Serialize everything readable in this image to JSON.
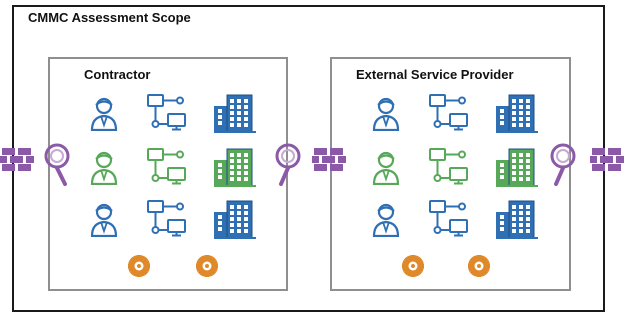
{
  "scope": {
    "title": "CMMC Assessment Scope"
  },
  "panels": [
    {
      "title": "Contractor"
    },
    {
      "title": "External Service Provider"
    }
  ],
  "colors": {
    "blue": "#2f6fb3",
    "green": "#58a85a",
    "orange": "#e0892a",
    "purple": "#8b5aa6",
    "border": "#1a1a1a",
    "panel_border": "#8f8f8f"
  },
  "icons": {
    "rows": [
      {
        "color": "blue",
        "items": [
          "person-icon",
          "network-icon",
          "building-icon"
        ]
      },
      {
        "color": "green",
        "items": [
          "person-icon",
          "network-icon",
          "building-icon"
        ]
      },
      {
        "color": "blue",
        "items": [
          "person-icon",
          "network-icon",
          "building-icon"
        ]
      }
    ],
    "bottom": [
      "gear-icon",
      "gear-icon"
    ],
    "connectors": [
      "firewall-icon",
      "magnifier-icon",
      "firewall-icon",
      "magnifier-icon",
      "firewall-icon"
    ]
  }
}
